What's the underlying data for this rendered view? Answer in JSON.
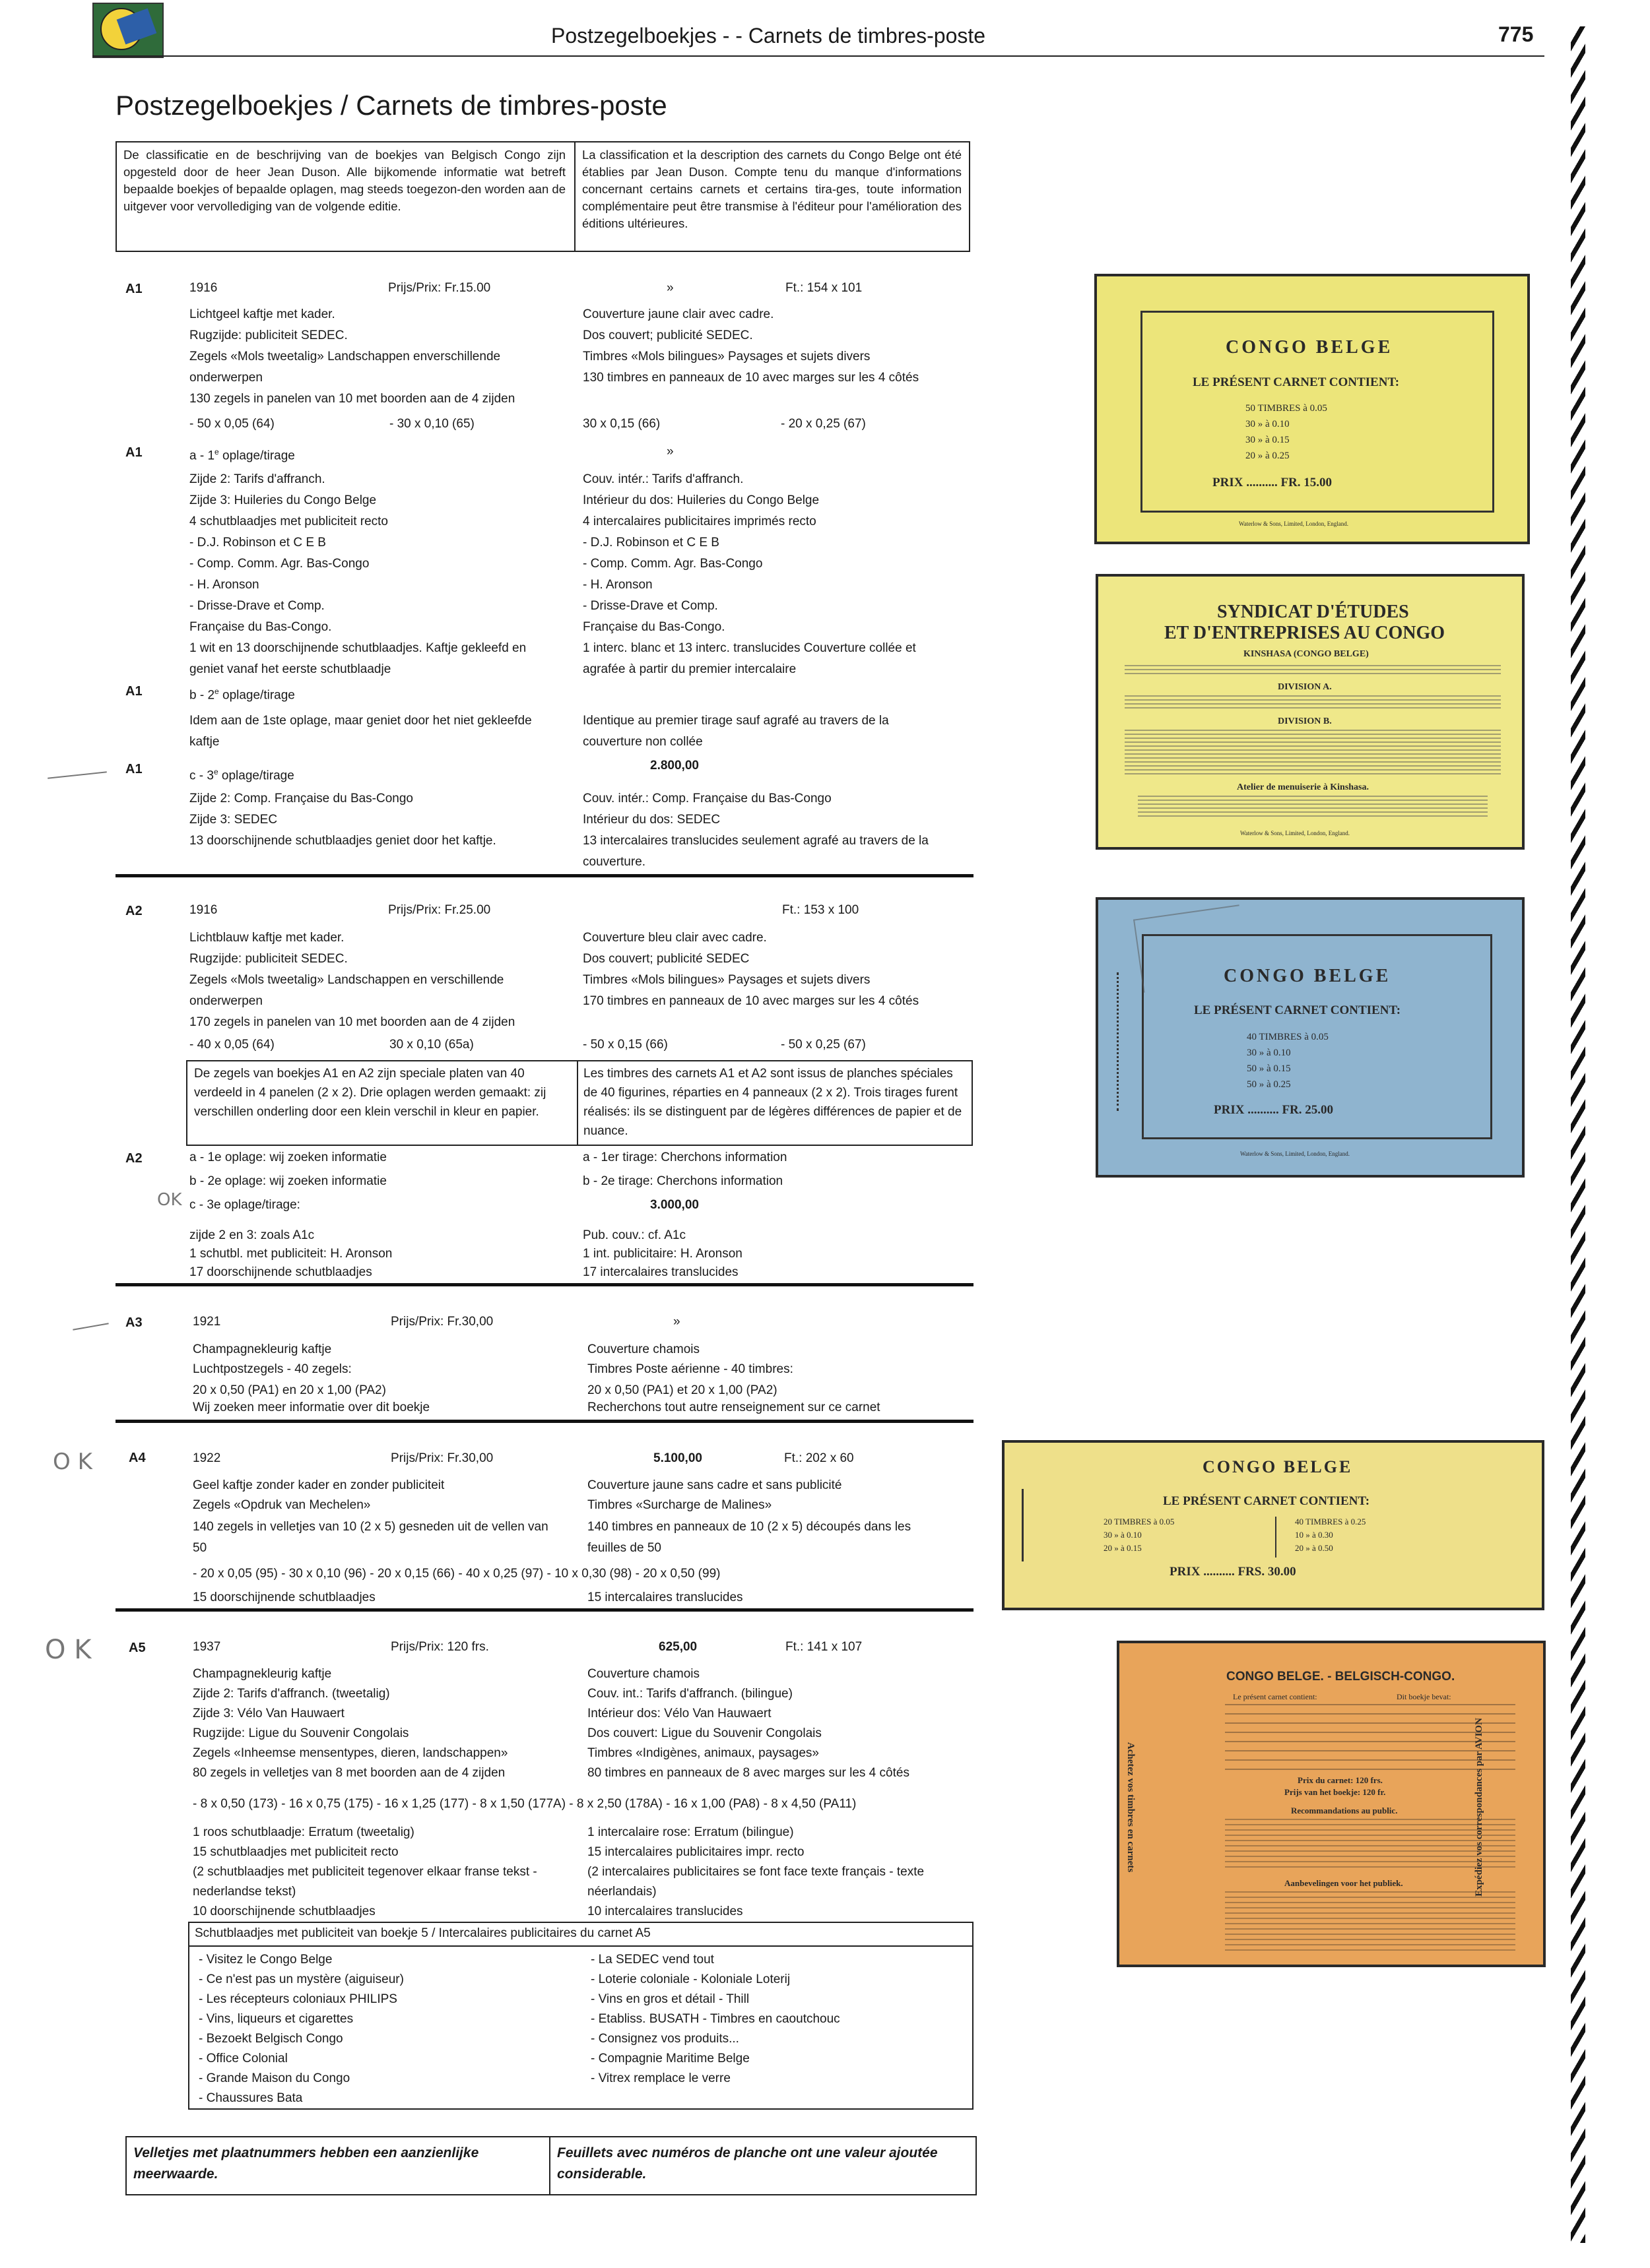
{
  "header": {
    "title": "Postzegelboekjes -  - Carnets de timbres-poste",
    "page_number": "775"
  },
  "page_title": "Postzegelboekjes / Carnets de timbres-poste",
  "intro": {
    "nl": "De classificatie en de beschrijving van de boekjes van Belgisch Congo zijn opgesteld door de heer Jean Duson. Alle bijkomende informatie wat betreft bepaalde boekjes of bepaalde oplagen, mag steeds toegezon-den worden aan de uitgever voor vervollediging van de volgende editie.",
    "fr": "La classification et la description des carnets du Congo Belge ont été établies par Jean Duson. Compte tenu du manque d'informations concernant certains carnets et certains tira-ges, toute information complémentaire peut être transmise à l'éditeur pour l'amélioration des éditions ultérieures."
  },
  "a1": {
    "code": "A1",
    "year": "1916",
    "price": "Prijs/Prix: Fr.15.00",
    "mark": "»",
    "format": "Ft.: 154 x 101",
    "nl": [
      "Lichtgeel kaftje met kader.",
      "Rugzijde: publiciteit SEDEC.",
      "Zegels «Mols tweetalig» Landschappen enverschillende",
      "onderwerpen",
      "130 zegels in panelen van 10 met boorden aan de 4 zijden"
    ],
    "fr": [
      "Couverture jaune clair avec cadre.",
      "Dos couvert; publicité SEDEC.",
      "Timbres «Mols bilingues» Paysages et sujets divers",
      "130 timbres en panneaux de 10 avec marges sur les 4 côtés"
    ],
    "stamps": [
      "- 50 x 0,05 (64)",
      "- 30 x 0,10 (65)",
      "30 x 0,15 (66)",
      "- 20 x 0,25 (67)"
    ],
    "a": {
      "code": "A1",
      "label": "a - 1",
      "sup": "e",
      "label_end": " oplage/tirage",
      "mark": "»",
      "nl": [
        "Zijde 2: Tarifs d'affranch.",
        "Zijde 3: Huileries du Congo Belge",
        "4 schutblaadjes met publiciteit recto",
        "- D.J. Robinson et C E B",
        "- Comp. Comm. Agr. Bas-Congo",
        "- H. Aronson",
        "- Drisse-Drave et Comp.",
        "Française du Bas-Congo.",
        "1 wit en 13 doorschijnende schutblaadjes. Kaftje gekleefd en",
        "geniet vanaf het eerste schutblaadje"
      ],
      "fr": [
        "Couv. intér.: Tarifs d'affranch.",
        "Intérieur du dos: Huileries du Congo Belge",
        "4 intercalaires publicitaires imprimés recto",
        "- D.J. Robinson et C E B",
        "- Comp. Comm. Agr. Bas-Congo",
        "- H. Aronson",
        "- Drisse-Drave et Comp.",
        "Française du Bas-Congo.",
        "1 interc. blanc et 13 interc. translucides Couverture collée et",
        "agrafée à partir du premier intercalaire"
      ]
    },
    "b": {
      "code": "A1",
      "label": "b - 2",
      "sup": "e",
      "label_end": " oplage/tirage",
      "nl": [
        "Idem aan de 1ste oplage, maar geniet door het niet gekleefde",
        "kaftje"
      ],
      "fr": [
        "Identique au premier tirage sauf agrafé au travers de la",
        "couverture non collée"
      ],
      "value": "2.800,00"
    },
    "c": {
      "code": "A1",
      "label": "c - 3",
      "sup": "e",
      "label_end": " oplage/tirage",
      "nl": [
        "Zijde 2: Comp. Française du Bas-Congo",
        "Zijde 3: SEDEC",
        "13 doorschijnende schutblaadjes geniet door het kaftje."
      ],
      "fr": [
        "Couv. intér.: Comp. Française du Bas-Congo",
        "Intérieur du dos: SEDEC",
        "13 intercalaires translucides seulement agrafé au travers de la",
        "couverture."
      ]
    }
  },
  "a2": {
    "code": "A2",
    "year": "1916",
    "price": "Prijs/Prix: Fr.25.00",
    "format": "Ft.: 153 x 100",
    "nl": [
      "Lichtblauw kaftje met kader.",
      "Rugzijde: publiciteit SEDEC.",
      "Zegels «Mols tweetalig» Landschappen en verschillende",
      "onderwerpen",
      "170 zegels in panelen van 10 met boorden aan de 4 zijden"
    ],
    "fr": [
      "Couverture bleu clair avec cadre.",
      "Dos couvert; publicité SEDEC",
      "Timbres «Mols bilingues» Paysages et sujets divers",
      "170 timbres en panneaux de 10 avec marges sur les 4 côtés"
    ],
    "stamps": [
      "- 40 x 0,05 (64)",
      "30 x 0,10 (65a)",
      "- 50 x 0,15 (66)",
      "- 50 x 0,25 (67)"
    ],
    "note_nl": "De zegels van boekjes A1 en A2 zijn speciale platen van 40 verdeeld in 4 panelen (2 x 2). Drie oplagen werden gemaakt: zij verschillen onderling door een klein verschil in kleur en papier.",
    "note_fr": "Les timbres des carnets A1 et A2 sont issus de planches spéciales de 40 figurines, réparties en 4 panneaux (2 x 2). Trois tirages furent réalisés: ils se distinguent par de légères différences de papier et de nuance.",
    "sub": {
      "code": "A2",
      "rows_nl": [
        "a - 1e oplage: wij zoeken informatie",
        "b - 2e oplage: wij zoeken informatie",
        "c - 3e oplage/tirage:"
      ],
      "rows_fr": [
        "a - 1er tirage: Cherchons information",
        "b - 2e tirage: Cherchons information"
      ],
      "value": "3.000,00",
      "nl": [
        "zijde 2 en 3: zoals A1c",
        "1 schutbl. met publiciteit: H. Aronson",
        "17 doorschijnende schutblaadjes"
      ],
      "fr": [
        "Pub. couv.: cf. A1c",
        "1 int. publicitaire: H. Aronson",
        "17 intercalaires translucides"
      ]
    }
  },
  "a3": {
    "code": "A3",
    "year": "1921",
    "price": "Prijs/Prix: Fr.30,00",
    "mark": "»",
    "nl": [
      "Champagnekleurig kaftje",
      "Luchtpostzegels - 40 zegels:",
      "20 x 0,50 (PA1) en 20 x 1,00 (PA2)",
      "Wij zoeken meer informatie over dit boekje"
    ],
    "fr": [
      "Couverture chamois",
      "Timbres Poste aérienne - 40 timbres:",
      "20 x 0,50 (PA1) et 20 x 1,00 (PA2)",
      "Recherchons tout autre renseignement sur ce carnet"
    ]
  },
  "a4": {
    "code": "A4",
    "year": "1922",
    "price": "Prijs/Prix: Fr.30,00",
    "value": "5.100,00",
    "format": "Ft.: 202 x 60",
    "nl": [
      "Geel kaftje zonder kader en zonder publiciteit",
      "Zegels «Opdruk van Mechelen»",
      "140 zegels in velletjes van 10 (2 x 5) gesneden uit de vellen van",
      "50"
    ],
    "fr": [
      "Couverture jaune sans cadre et sans publicité",
      "Timbres «Surcharge de Malines»",
      "140 timbres en panneaux de 10 (2 x 5) découpés dans les",
      "feuilles de 50"
    ],
    "stamps": "- 20 x 0,05 (95)   - 30 x 0,10 (96)   - 20 x 0,15 (66)   - 40 x 0,25 (97)   - 10 x 0,30 (98)   - 20 x 0,50 (99)",
    "end_nl": "15 doorschijnende schutblaadjes",
    "end_fr": "15 intercalaires translucides"
  },
  "a5": {
    "code": "A5",
    "year": "1937",
    "price": "Prijs/Prix: 120 frs.",
    "value": "625,00",
    "format": "Ft.: 141 x 107",
    "nl": [
      "Champagnekleurig kaftje",
      "Zijde 2: Tarifs d'affranch. (tweetalig)",
      "Zijde 3: Vélo Van Hauwaert",
      "Rugzijde: Ligue du Souvenir Congolais",
      "Zegels «Inheemse mensentypes, dieren, landschappen»",
      "80 zegels in velletjes van 8 met boorden aan de 4 zijden"
    ],
    "fr": [
      "Couverture chamois",
      "Couv. int.: Tarifs d'affranch. (bilingue)",
      "Intérieur dos: Vélo Van Hauwaert",
      "Dos couvert: Ligue du Souvenir Congolais",
      "Timbres «Indigènes, animaux, paysages»",
      "80 timbres en panneaux de 8 avec marges sur les 4 côtés"
    ],
    "stamps": "- 8 x 0,50 (173)  - 16 x 0,75 (175)  - 16 x 1,25 (177)  - 8 x 1,50 (177A)  - 8 x 2,50 (178A)  - 16 x 1,00 (PA8)  - 8 x 4,50 (PA11)",
    "nl2": [
      "1 roos schutblaadje: Erratum (tweetalig)",
      "15 schutblaadjes met publiciteit recto",
      "(2 schutblaadjes met publiciteit tegenover elkaar franse tekst -",
      "nederlandse tekst)",
      "10 doorschijnende schutblaadjes"
    ],
    "fr2": [
      "1 intercalaire rose: Erratum (bilingue)",
      "15 intercalaires publicitaires impr. recto",
      "(2 intercalaires publicitaires se font face texte français - texte",
      "néerlandais)",
      "10 intercalaires translucides"
    ],
    "pub_title": "Schutblaadjes met publiciteit van boekje 5 / Intercalaires publicitaires du carnet A5",
    "pub_left": [
      "- Visitez le Congo Belge",
      "- Ce n'est pas un mystère (aiguiseur)",
      "- Les récepteurs coloniaux PHILIPS",
      "- Vins, liqueurs et cigarettes",
      "- Bezoekt Belgisch Congo",
      "- Office Colonial",
      "- Grande Maison du Congo",
      "- Chaussures Bata"
    ],
    "pub_right": [
      "- La SEDEC vend tout",
      "- Loterie coloniale - Koloniale Loterij",
      "- Vins en gros et détail - Thill",
      "- Etabliss. BUSATH - Timbres en caoutchouc",
      "- Consignez vos produits...",
      "- Compagnie Maritime Belge",
      "- Vitrex remplace le verre"
    ]
  },
  "footer": {
    "nl": "Velletjes met plaatnummers hebben een aanzienlijke meerwaarde.",
    "fr": "Feuillets avec numéros de planche ont une valeur ajoutée considerable."
  },
  "pencil": {
    "ok": "OK",
    "ok2": "O K",
    "ok3": "O K"
  },
  "images": {
    "b1": {
      "title": "CONGO BELGE",
      "subtitle": "LE PRÉSENT CARNET CONTIENT:",
      "lines": [
        "50 TIMBRES à 0.05",
        "30     »     à 0.10",
        "30     »     à 0.15",
        "20     »     à 0.25"
      ],
      "price": "PRIX .......... FR. 15.00",
      "fine": "Waterlow & Sons, Limited, London, England."
    },
    "b2": {
      "title1": "SYNDICAT D'ÉTUDES",
      "title2": "ET D'ENTREPRISES AU CONGO",
      "line1": "KINSHASA (CONGO BELGE)",
      "div_a": "DIVISION A.",
      "div_b": "DIVISION B.",
      "atelier": "Atelier de menuiserie à Kinshasa.",
      "fine": "Waterlow & Sons, Limited, London, England."
    },
    "b3": {
      "title": "CONGO BELGE",
      "subtitle": "LE PRÉSENT CARNET CONTIENT:",
      "lines": [
        "40 TIMBRES à 0.05",
        "30     »     à 0.10",
        "50     »     à 0.15",
        "50     »     à 0.25"
      ],
      "price": "PRIX .......... FR. 25.00",
      "fine": "Waterlow & Sons, Limited, London, England."
    },
    "b4": {
      "title": "CONGO BELGE",
      "subtitle": "LE PRÉSENT CARNET CONTIENT:",
      "left": [
        "20 TIMBRES à 0.05",
        "30     »    à 0.10",
        "20     »    à 0.15"
      ],
      "right": [
        "40 TIMBRES à 0.25",
        "10     »    à 0.30",
        "20     »    à 0.50"
      ],
      "price": "PRIX .......... FRS. 30.00"
    },
    "b5": {
      "title": "CONGO BELGE.  -  BELGISCH-CONGO.",
      "left_head": "Le présent carnet contient:",
      "right_head": "Dit boekje bevat:",
      "prix": "Prix du carnet: 120 frs.",
      "prijs": "Prijs van het boekje: 120 fr.",
      "reco": "Recommandations au public.",
      "aanbev": "Aanbevelingen voor het publiek.",
      "side_left": "Achetez vos timbres en carnets",
      "side_right": "Expédiez vos correspondances par AVION"
    }
  }
}
